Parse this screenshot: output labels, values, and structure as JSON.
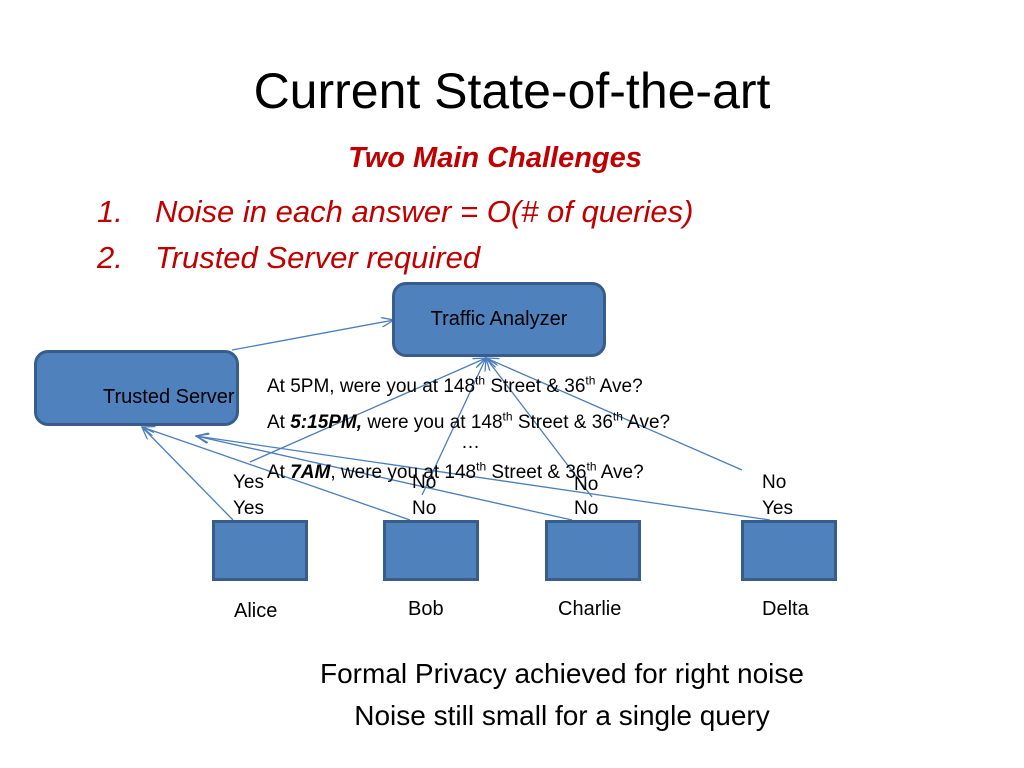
{
  "title": "Current State-of-the-art",
  "subtitle": "Two Main Challenges",
  "challenges": [
    {
      "num": "1.",
      "text": "Noise in each answer = O(# of queries)"
    },
    {
      "num": "2.",
      "text": "Trusted Server required"
    }
  ],
  "nodes": {
    "traffic_analyzer": "Traffic Analyzer",
    "trusted_server": "Trusted Server"
  },
  "queries": {
    "q1": {
      "prefix": "At 5PM, were you at 148",
      "sup1": "th",
      "mid": " Street & 36",
      "sup2": "th",
      "end": " Ave?"
    },
    "q2": {
      "at": "At ",
      "time": "5:15PM,",
      "mid1": " were you at 148",
      "sup1": "th",
      "mid2": " Street & 36",
      "sup2": "th",
      "end": "  Ave?"
    },
    "ellipsis": "…",
    "q3": {
      "at": "At ",
      "time": "7AM",
      "mid1": ", were you at 148",
      "sup1": "th",
      "mid2": " Street & 36",
      "sup2": "th",
      "end": "  Ave?"
    }
  },
  "users": [
    {
      "name": "Alice",
      "answer1": "Yes",
      "answer2": "Yes"
    },
    {
      "name": "Bob",
      "answer1": "No",
      "answer2": "No"
    },
    {
      "name": "Charlie",
      "answer1": "No",
      "answer2": "No"
    },
    {
      "name": "Delta",
      "answer1": "No",
      "answer2": "Yes"
    }
  ],
  "footer": {
    "line1": "Formal Privacy achieved for right noise",
    "line2": "Noise still small for a single query"
  },
  "colors": {
    "box_fill": "#4f81bd",
    "box_border": "#385d8a",
    "arrow": "#4a7ebb",
    "accent": "#c00000"
  }
}
